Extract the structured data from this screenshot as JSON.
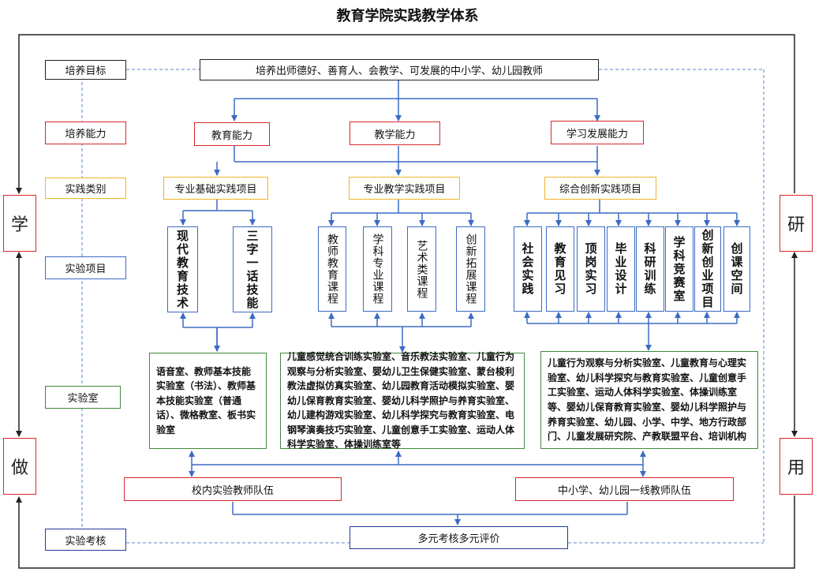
{
  "title": "教育学院实践教学体系",
  "left_labels": {
    "goal": "培养目标",
    "ability": "培养能力",
    "category": "实践类别",
    "project": "实验项目",
    "lab": "实验室",
    "assessment": "实验考核"
  },
  "side_words": {
    "xue": "学",
    "zuo": "做",
    "yan": "研",
    "yong": "用"
  },
  "goal": "培养出师德好、善育人、会教学、可发展的中小学、幼儿园教师",
  "abilities": [
    "教育能力",
    "教学能力",
    "学习发展能力"
  ],
  "categories": [
    "专业基础实践项目",
    "专业教学实践项目",
    "综合创新实践项目"
  ],
  "projects_group1": [
    "现代教育技术",
    "三字一话技能"
  ],
  "projects_group2": [
    "教师教育课程",
    "学科专业课程",
    "艺术类课程",
    "创新拓展课程"
  ],
  "projects_group3": [
    "社会实践",
    "教育见习",
    "顶岗实习",
    "毕业设计",
    "科研训练",
    "学科竞赛室",
    "创新创业项目",
    "创课空间"
  ],
  "labs": [
    "语音室、教师基本技能实验室（书法）、教师基本技能实验室（普通话）、微格教室、板书实验室",
    "儿童感觉统合训练实验室、音乐教法实验室、儿童行为观察与分析实验室、婴幼儿卫生保健实验室、蒙台梭利教法虚拟仿真实验室、幼儿园教育活动模拟实验室、婴幼儿保育教育实验室、婴幼儿科学照护与养育实验室、幼儿建构游戏实验室、幼儿科学探究与教育实验室、电钢琴演奏技巧实验室、儿童创意手工实验室、运动人体科学实验室、体操训练室等",
    "儿童行为观察与分析实验室、儿童教育与心理实验室、幼儿科学探究与教育实验室、儿童创意手工实验室、运动人体科学实验室、体操训练室等、婴幼儿保育教育实验室、婴幼儿科学照护与养育实验室、幼儿园、小学、中学、地方行政部门、儿童发展研究院、产教联盟平台、培训机构"
  ],
  "teams": [
    "校内实验教师队伍",
    "中小学、幼儿园一线教师队伍"
  ],
  "assessment": "多元考核多元评价",
  "colors": {
    "red": "#d9262b",
    "gold": "#f0b429",
    "blue": "#3b6bc4",
    "green": "#3f8a3a",
    "navy": "#1f3b9a"
  }
}
